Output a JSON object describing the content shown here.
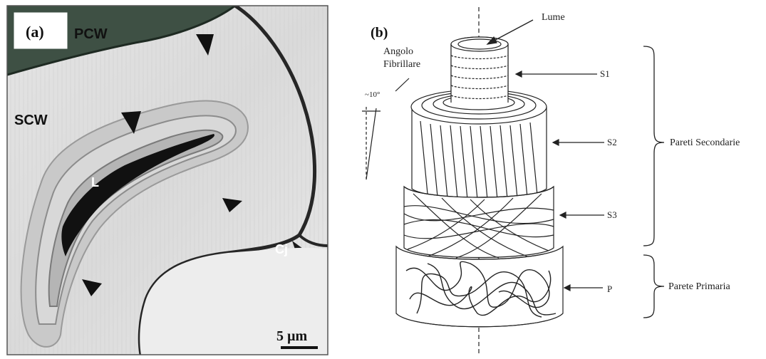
{
  "panel_a": {
    "label": "(a)",
    "annotations": {
      "pcw": "PCW",
      "scw": "SCW",
      "lumen": "L",
      "cj": "Cj"
    },
    "scale_bar": "5 µm"
  },
  "panel_b": {
    "label": "(b)",
    "labels": {
      "lumen": "Lume",
      "fibril_angle_line1": "Angolo",
      "fibril_angle_line2": "Fibrillare",
      "angle_value": "~10°",
      "s1": "S1",
      "s2": "S2",
      "s3": "S3",
      "p": "P",
      "secondary_walls": "Pareti Secondarie",
      "primary_wall": "Parete Primaria"
    }
  }
}
